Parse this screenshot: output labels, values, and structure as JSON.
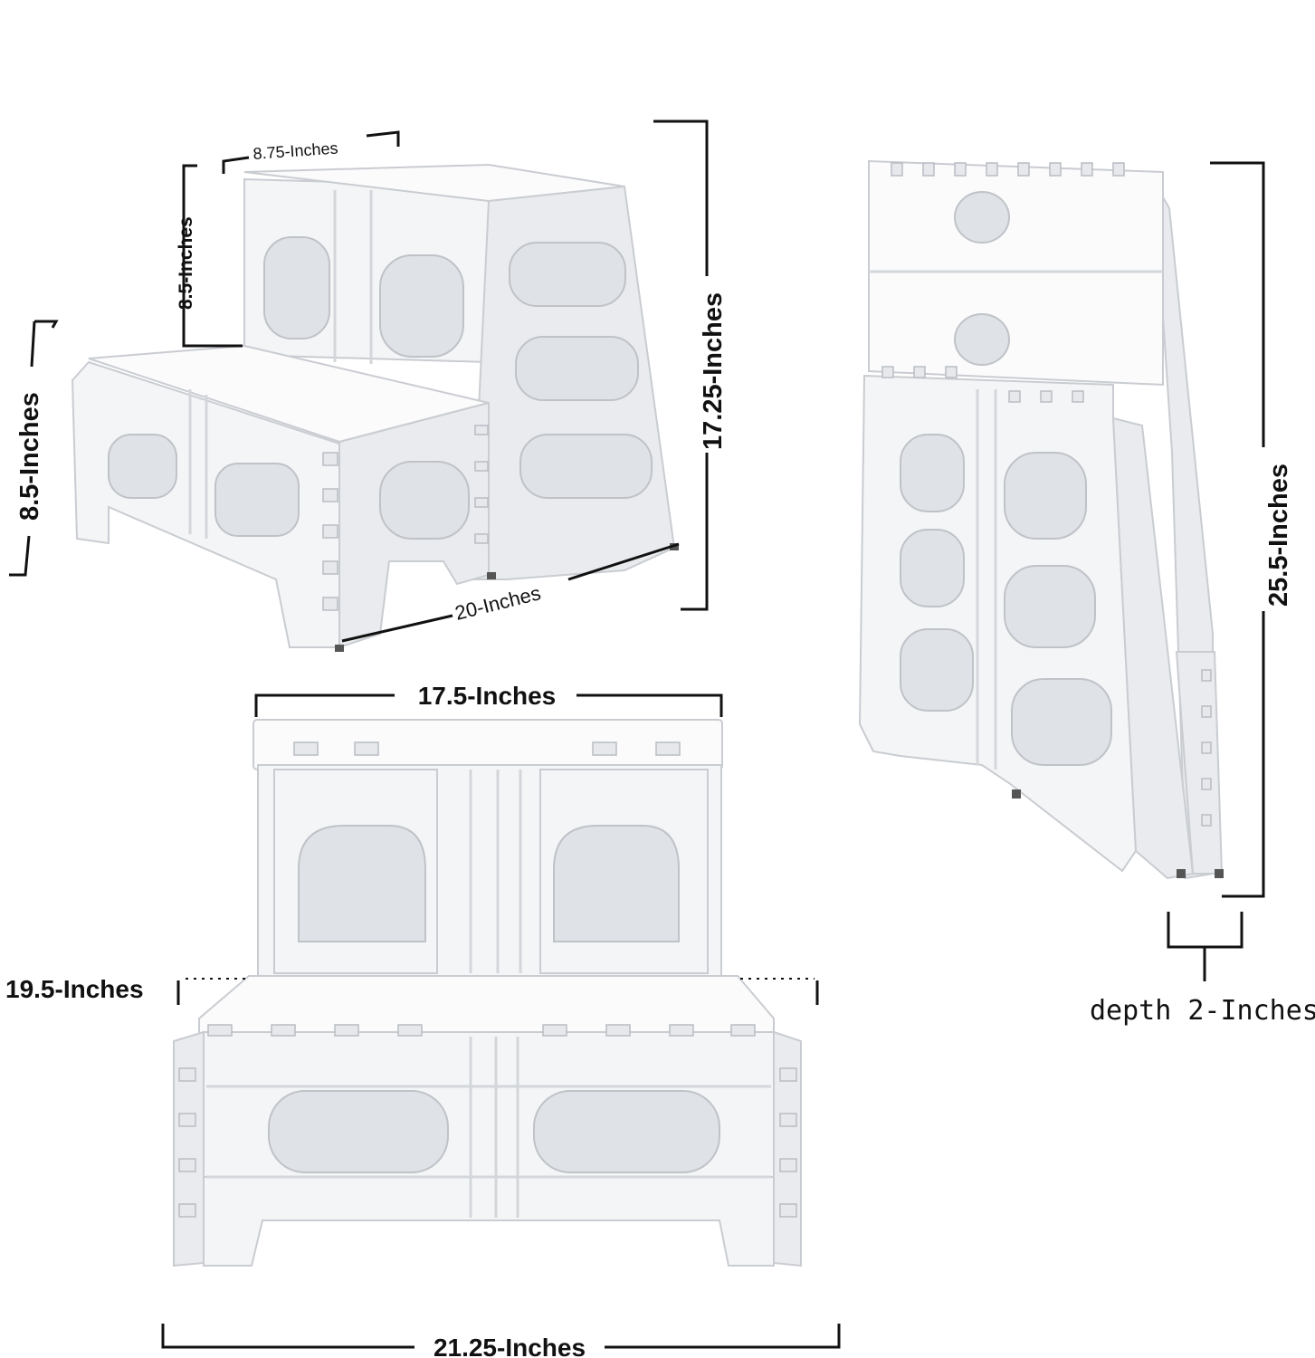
{
  "labels": {
    "top_width": "8.75-Inches",
    "upper_step_height": "8.5-Inches",
    "lower_step_height": "8.5-Inches",
    "total_height": "17.25-Inches",
    "side_depth": "20-Inches",
    "top_front_width": "17.5-Inches",
    "front_height": "19.5-Inches",
    "base_width": "21.25-Inches",
    "folded_height": "25.5-Inches",
    "folded_depth": "depth 2-Inches"
  }
}
